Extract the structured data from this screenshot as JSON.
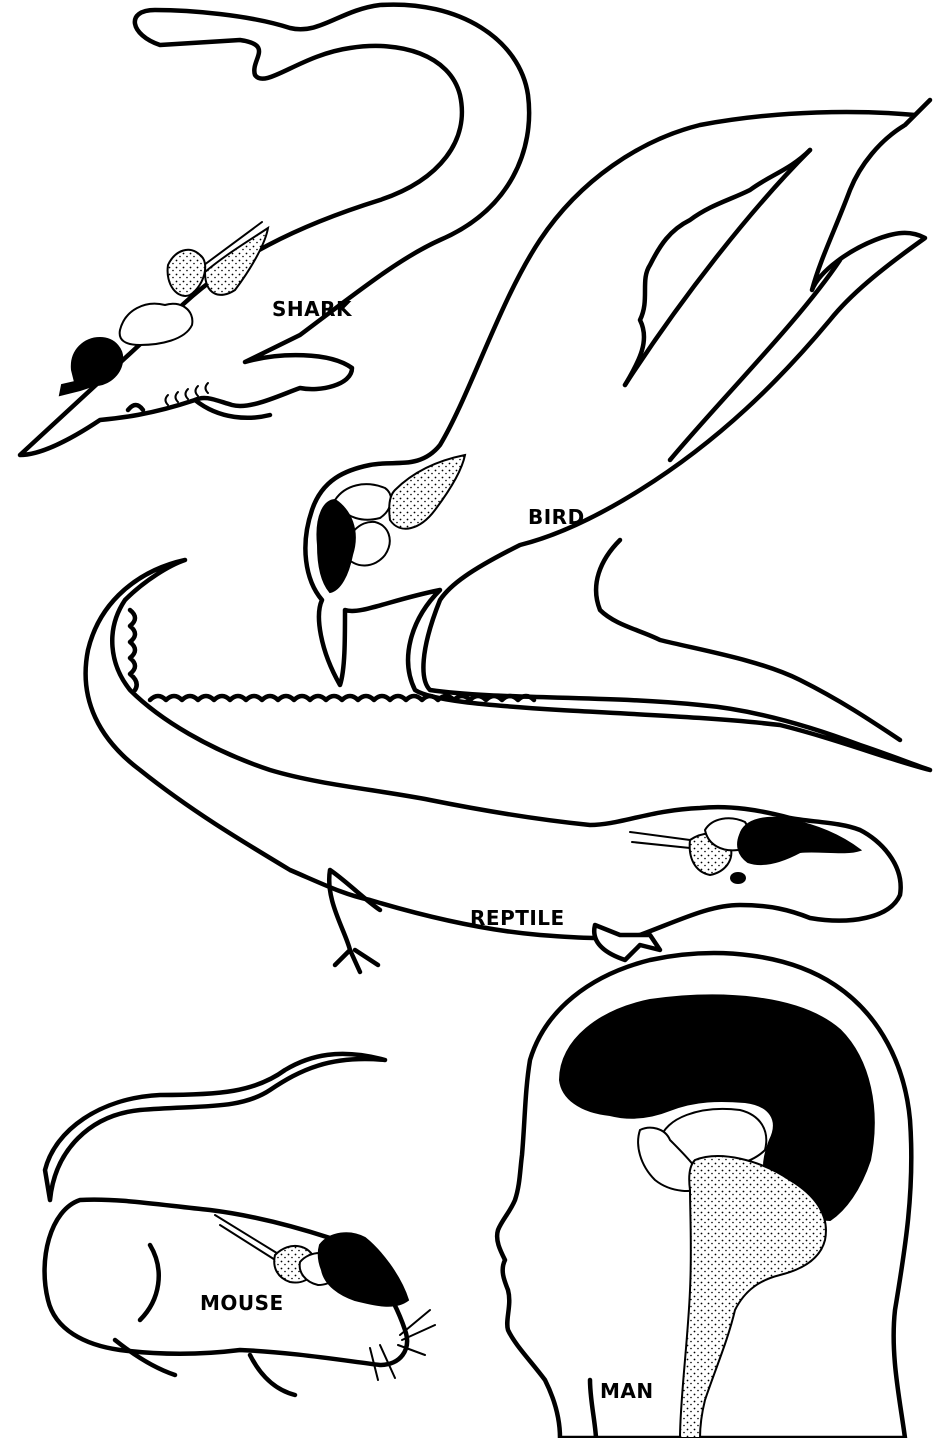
{
  "labels": {
    "shark": "SHARK",
    "bird": "BIRD",
    "reptile": "REPTILE",
    "mouse": "MOUSE",
    "man": "MAN"
  }
}
